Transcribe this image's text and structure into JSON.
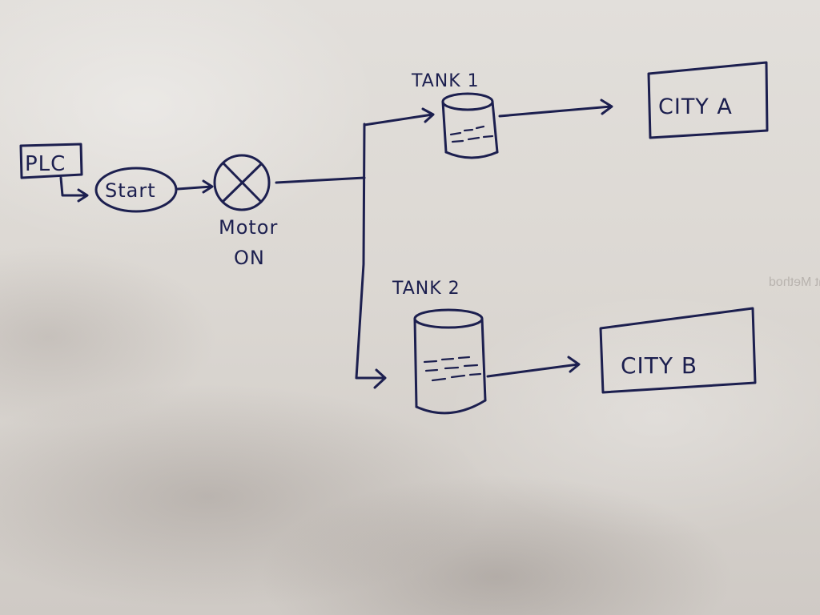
{
  "nodes": {
    "plc": "PLC",
    "start": "Start",
    "motor_line1": "Motor",
    "motor_line2": "ON",
    "tank1": "TANK 1",
    "tank2": "TANK 2",
    "city_a": "CITY A",
    "city_b": "CITY B"
  },
  "background_note": "nt Method"
}
